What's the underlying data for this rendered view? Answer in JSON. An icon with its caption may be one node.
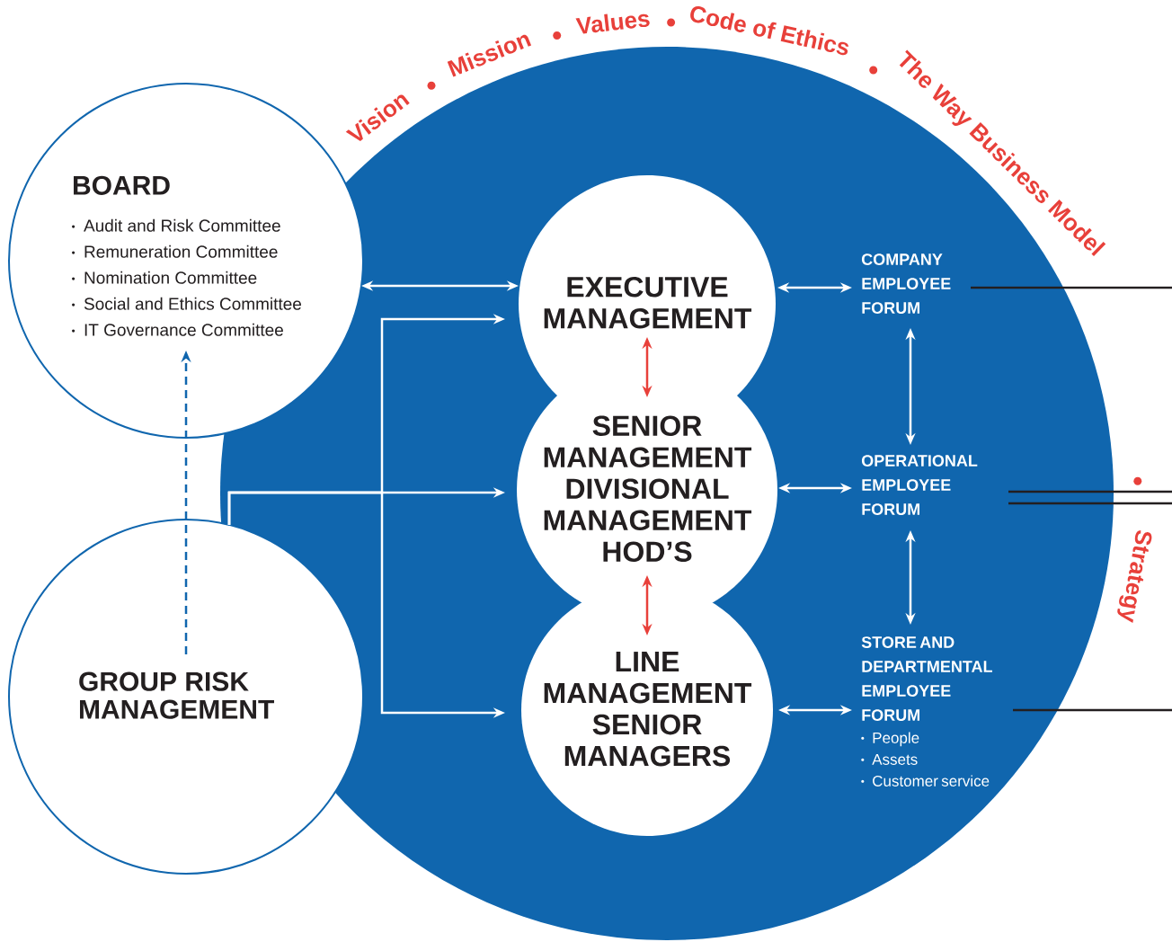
{
  "diagram": {
    "nodes": [
      {
        "text": [
          "BOARD",
          "Audit and Risk Committee",
          "Remuneration Committee",
          "Nomination Committee",
          "Social and Ethics Committee",
          "IT Governance Committee"
        ]
      },
      {
        "text": [
          "GROUP RISK MANAGEMENT"
        ]
      },
      {
        "text": [
          "EXECUTIVE MANAGEMENT"
        ]
      },
      {
        "text": [
          "SENIOR MANAGEMENT",
          "DIVISIONAL MANAGEMENT",
          "HOD’S"
        ]
      },
      {
        "text": [
          "LINE MANAGEMENT",
          "SENIOR MANAGERS"
        ]
      },
      {
        "text": [
          "COMPANY EMPLOYEE FORUM"
        ]
      },
      {
        "text": [
          "OPERATIONAL EMPLOYEE FORUM"
        ]
      },
      {
        "text": [
          "STORE AND DEPARTMENTAL EMPLOYEE FORUM",
          "People",
          "Assets",
          "Customer service"
        ]
      }
    ],
    "edges": [
      {
        "from": 0,
        "to": 2,
        "arrow": "both"
      },
      {
        "from": 1,
        "to": 2,
        "arrow": "to"
      },
      {
        "from": 1,
        "to": 3,
        "arrow": "to"
      },
      {
        "from": 1,
        "to": 4,
        "arrow": "to"
      },
      {
        "from": 1,
        "to": 0,
        "arrow": "to",
        "style": "dashed",
        "color": "#1066ae"
      },
      {
        "from": 2,
        "to": 3,
        "arrow": "both",
        "color": "#e8403a"
      },
      {
        "from": 3,
        "to": 4,
        "arrow": "both",
        "color": "#e8403a"
      },
      {
        "from": 2,
        "to": 5,
        "arrow": "both"
      },
      {
        "from": 3,
        "to": 6,
        "arrow": "both"
      },
      {
        "from": 4,
        "to": 7,
        "arrow": "both"
      },
      {
        "from": 5,
        "to": 6,
        "arrow": "both"
      },
      {
        "from": 6,
        "to": 7,
        "arrow": "both"
      },
      {
        "from": 5,
        "to": null,
        "arrow": "none",
        "color": "#231f20"
      },
      {
        "from": 6,
        "to": null,
        "arrow": "none",
        "color": "#231f20"
      },
      {
        "from": 6,
        "to": null,
        "arrow": "none",
        "color": "#231f20"
      },
      {
        "from": 7,
        "to": null,
        "arrow": "none",
        "color": "#231f20"
      }
    ],
    "labels": [
      "Vision",
      "Mission",
      "Values",
      "Code of Ethics",
      "The Way Business Model",
      "Strategy"
    ]
  }
}
